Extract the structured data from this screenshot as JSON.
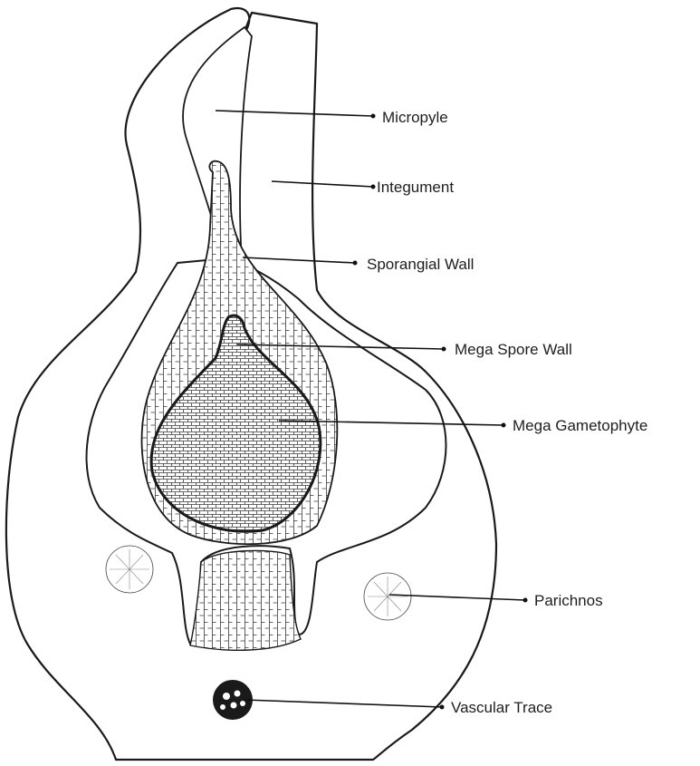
{
  "diagram": {
    "labels": {
      "micropyle": "Micropyle",
      "integument": "Integument",
      "sporangial_wall": "Sporangial Wall",
      "mega_spore_wall": "Mega Spore Wall",
      "mega_gametophyte": "Mega Gametophyte",
      "parichnos": "Parichnos",
      "vascular_trace": "Vascular Trace"
    }
  }
}
